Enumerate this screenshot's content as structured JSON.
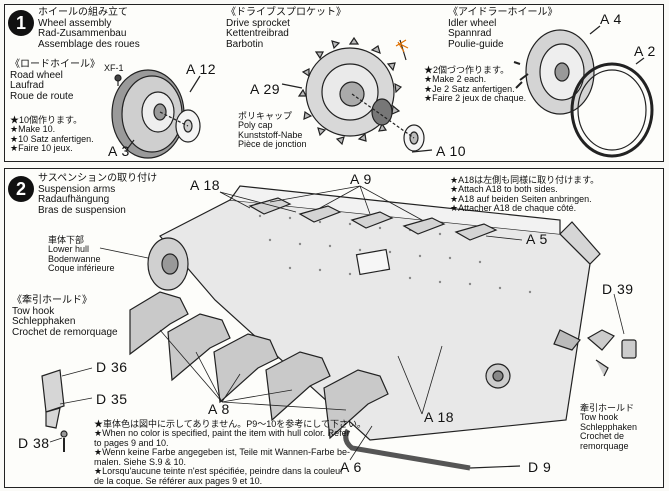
{
  "step1": {
    "number": "1",
    "heading": [
      "ホイールの組み立て",
      "Wheel assembly",
      "Rad-Zusammenbau",
      "Assemblage des roues"
    ],
    "road_wheel": {
      "title": [
        "《ロードホイール》",
        "Road wheel",
        "Laufrad",
        "Roue de route"
      ],
      "note": [
        "★10個作ります。",
        "★Make 10.",
        "★10 Satz anfertigen.",
        "★Faire 10 jeux."
      ],
      "part_xf": "XF-1",
      "part_a12": "A 12",
      "part_a3": "A 3"
    },
    "drive_sprocket": {
      "title": [
        "《ドライブスプロケット》",
        "Drive sprocket",
        "Kettentreibrad",
        "Barbotin"
      ],
      "part_a29": "A 29",
      "polycap": [
        "ポリキャップ",
        "Poly cap",
        "Kunststoff-Nabe",
        "Pièce de jonction"
      ],
      "part_a10": "A 10"
    },
    "idler_wheel": {
      "title": [
        "《アイドラーホイール》",
        "Idler wheel",
        "Spannrad",
        "Poulie-guide"
      ],
      "note": [
        "★2個づつ作ります。",
        "★Make 2 each.",
        "★Je 2 Satz anfertigen.",
        "★Faire 2 jeux de chaque."
      ],
      "part_a4": "A 4",
      "part_a2": "A 2"
    }
  },
  "step2": {
    "number": "2",
    "heading": [
      "サスペンションの取り付け",
      "Suspension arms",
      "Radaufhängung",
      "Bras de suspension"
    ],
    "a18_note": [
      "★A18は左側も同様に取り付けます。",
      "★Attach A18 to both sides.",
      "★A18 auf beiden Seiten anbringen.",
      "★Attacher A18 de chaque côté."
    ],
    "lower_hull": [
      "車体下部",
      "Lower hull",
      "Bodenwanne",
      "Coque inférieure"
    ],
    "tow_hook_left": [
      "《牽引ホールド》",
      "Tow hook",
      "Schlepphaken",
      "Crochet de remorquage"
    ],
    "tow_hook_right": [
      "牽引ホールド",
      "Tow hook",
      "Schlepphaken",
      "Crochet de",
      "remorquage"
    ],
    "color_note": [
      "★車体色は図中に示してありません。P9～10を参考にして下さい。",
      "★When no color is specified, paint the item with hull color. Refer",
      "   to pages 9 and 10.",
      "★Wenn keine Farbe angegeben ist, Teile mit Wannen-Farbe be-",
      "   malen. Siehe S.9 & 10.",
      "★Lorsqu'aucune teinte n'est spécifiée, peindre dans la couleur",
      "   de la coque. Se référer aux pages 9 et 10."
    ],
    "parts": {
      "a18_top": "A 18",
      "a9": "A 9",
      "a5": "A 5",
      "d39": "D 39",
      "d36": "D 36",
      "d35": "D 35",
      "d38": "D 38",
      "a8": "A 8",
      "a18_bottom": "A 18",
      "a6": "A 6",
      "d9": "D 9"
    }
  }
}
